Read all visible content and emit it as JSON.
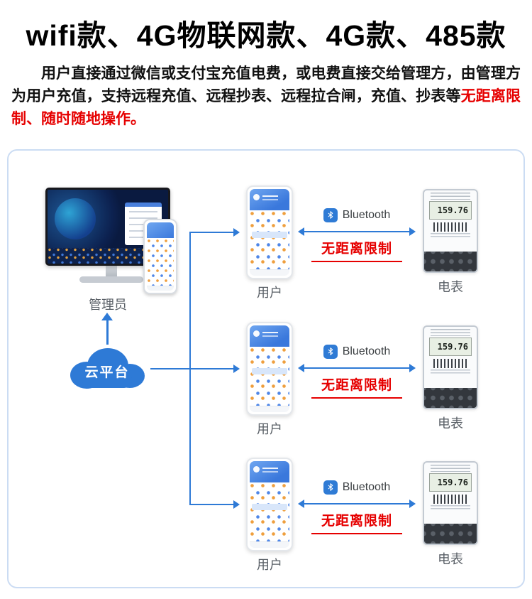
{
  "header": {
    "title": "wifi款、4G物联网款、4G款、485款",
    "description": "用户直接通过微信或支付宝充值电费，或电费直接交给管理方，由管理方为用户充值，支持远程充值、远程抄表、远程拉合闸，充值、抄表等",
    "description_highlight": "无距离限制、随时随地操作。"
  },
  "diagram": {
    "admin_label": "管理员",
    "cloud_label": "云平台",
    "rows": [
      {
        "user_label": "用户",
        "bluetooth_label": "Bluetooth",
        "restriction_label": "无距离限制",
        "meter_label": "电表",
        "meter_reading": "159.76"
      },
      {
        "user_label": "用户",
        "bluetooth_label": "Bluetooth",
        "restriction_label": "无距离限制",
        "meter_label": "电表",
        "meter_reading": "159.76"
      },
      {
        "user_label": "用户",
        "bluetooth_label": "Bluetooth",
        "restriction_label": "无距离限制",
        "meter_label": "电表",
        "meter_reading": "159.76"
      }
    ],
    "colors": {
      "accent_blue": "#2e7ad6",
      "highlight_red": "#e60000",
      "label_gray": "#595f66"
    }
  }
}
